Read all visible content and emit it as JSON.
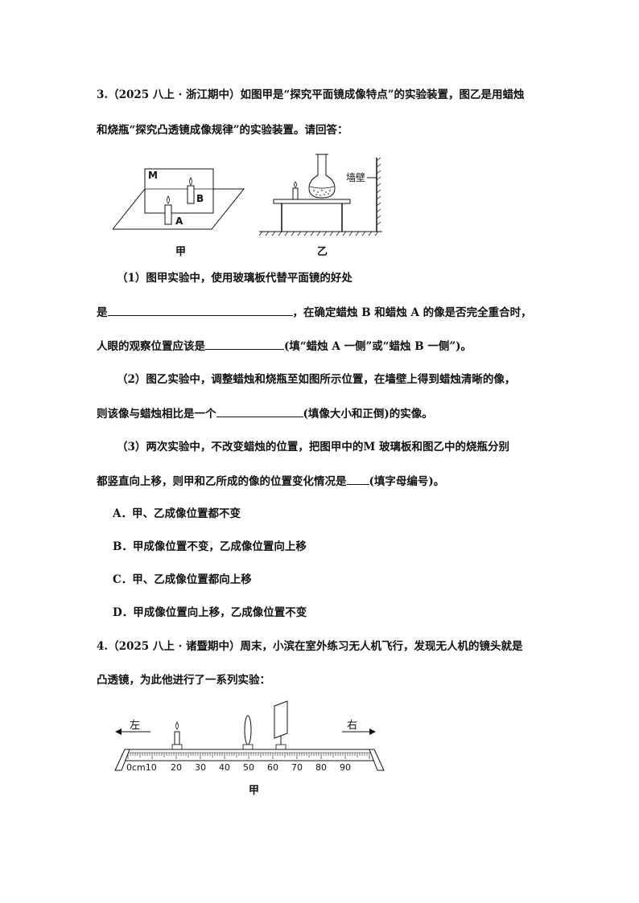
{
  "q3": {
    "header_line1": "3.（2025 八上 · 浙江期中）如图甲是“探究平面镜成像特点”的实验装置，图乙是用蜡烛",
    "header_line2": "和烧瓶“探究凸透镜成像规律”的实验装置。请回答：",
    "fig_labels": {
      "mirror_M": "M",
      "candle_A": "A",
      "candle_B": "B",
      "wall": "墙壁",
      "cap_jia": "甲",
      "cap_yi": "乙"
    },
    "sub1_line1": "（1）图甲实验中，使用玻璃板代替平面镜的好处",
    "sub1_line2_a": "是",
    "sub1_line2_b": "，在确定蜡烛 B 和蜡烛 A 的像是否完全重合时，",
    "sub1_line3_a": "人眼的观察位置应该是",
    "sub1_line3_b": "(填“蜡烛 A 一侧”或“蜡烛 B 一侧”)。",
    "sub2_line1": "（2）图乙实验中，调整蜡烛和烧瓶至如图所示位置，在墙壁上得到蜡烛清晰的像，",
    "sub2_line2_a": "则该像与蜡烛相比是一个",
    "sub2_line2_b": "(填像大小和正倒)的实像。",
    "sub3_line1": "（3）两次实验中，不改变蜡烛的位置，把图甲中的M 玻璃板和图乙中的烧瓶分别",
    "sub3_line2_a": "都竖直向上移，则甲和乙所成的像的位置变化情况是",
    "sub3_line2_b": "(填字母编号)。",
    "options": [
      "A．甲、乙成像位置都不变",
      "B．甲成像位置不变，乙成像位置向上移",
      "C．甲、乙成像位置都向上移",
      "D．甲成像位置向上移，乙成像位置不变"
    ]
  },
  "q4": {
    "header_line1": "4.（2025 八上 · 诸暨期中）周末，小滨在室外练习无人机飞行，发现无人机的镜头就是",
    "header_line2": "凸透镜，为此他进行了一系列实验：",
    "fig_labels": {
      "left": "左",
      "right": "右",
      "ticks": [
        "0cm10",
        "20",
        "30",
        "40",
        "50",
        "60",
        "70",
        "80",
        "90"
      ],
      "cap_jia": "甲"
    }
  }
}
